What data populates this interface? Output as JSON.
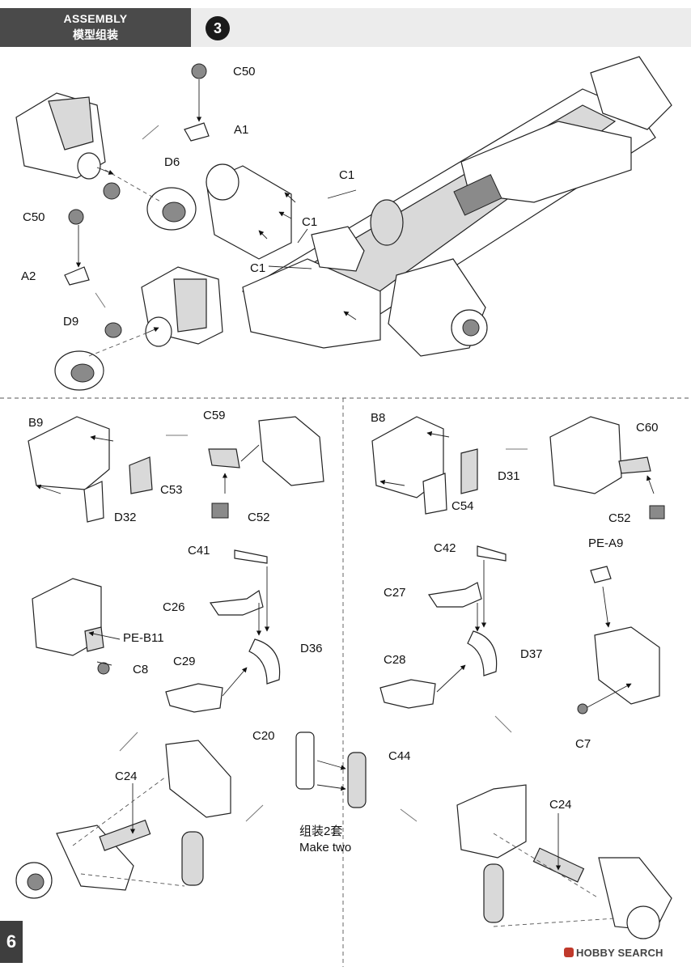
{
  "header": {
    "title_en": "ASSEMBLY",
    "title_cn": "模型组装",
    "step": "3"
  },
  "page_number": "6",
  "watermark": "HOBBY SEARCH",
  "note": {
    "cn": "组装2套",
    "en": "Make two"
  },
  "labels": {
    "c50_top": "C50",
    "a1": "A1",
    "d6": "D6",
    "c1_a": "C1",
    "c1_b": "C1",
    "c1_c": "C1",
    "c50_left": "C50",
    "a2": "A2",
    "d9": "D9",
    "b9": "B9",
    "c59": "C59",
    "c53": "C53",
    "d32": "D32",
    "c52_left": "C52",
    "b8": "B8",
    "c60": "C60",
    "d31": "D31",
    "c54": "C54",
    "c52_right": "C52",
    "c41": "C41",
    "c26": "C26",
    "d36": "D36",
    "c29": "C29",
    "pe_b11": "PE-B11",
    "c8": "C8",
    "c42": "C42",
    "c27": "C27",
    "d37": "D37",
    "c28": "C28",
    "pe_a9": "PE-A9",
    "c7": "C7",
    "c20": "C20",
    "c44": "C44",
    "c24_left": "C24",
    "c24_right": "C24"
  }
}
